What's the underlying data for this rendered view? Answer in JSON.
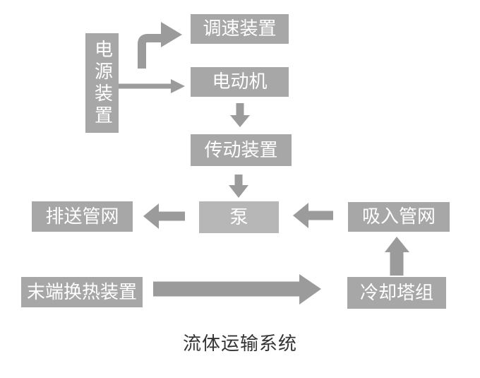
{
  "diagram": {
    "title": "流体运输系统",
    "nodes": [
      {
        "id": "power",
        "label": "电源装置"
      },
      {
        "id": "speed",
        "label": "调速装置"
      },
      {
        "id": "motor",
        "label": "电动机"
      },
      {
        "id": "transmission",
        "label": "传动装置"
      },
      {
        "id": "pump",
        "label": "泵"
      },
      {
        "id": "discharge",
        "label": "排送管网"
      },
      {
        "id": "suction",
        "label": "吸入管网"
      },
      {
        "id": "terminal",
        "label": "末端换热装置"
      },
      {
        "id": "cooling",
        "label": "冷却塔组"
      }
    ],
    "edges": [
      {
        "from": "power",
        "to": "speed"
      },
      {
        "from": "power",
        "to": "motor"
      },
      {
        "from": "motor",
        "to": "transmission"
      },
      {
        "from": "transmission",
        "to": "pump"
      },
      {
        "from": "pump",
        "to": "discharge"
      },
      {
        "from": "suction",
        "to": "pump"
      },
      {
        "from": "cooling",
        "to": "suction"
      },
      {
        "from": "terminal",
        "to": "cooling"
      }
    ],
    "colors": {
      "background": "#ffffff",
      "node_fill": "#a7a7a7",
      "pump_fill": "#b7b7b7",
      "arrow": "#9b9b9b",
      "label_text": "#ffffff",
      "title_text": "#333333"
    }
  }
}
